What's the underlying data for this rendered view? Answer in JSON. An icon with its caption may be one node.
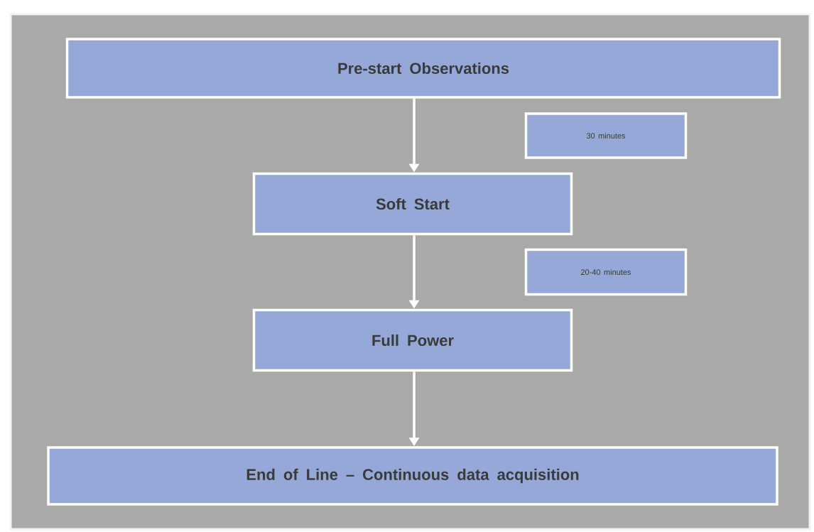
{
  "diagram": {
    "nodes": [
      {
        "text": [
          "Pre-start Observations"
        ]
      },
      {
        "text": [
          "30 minutes"
        ]
      },
      {
        "text": [
          "Soft Start"
        ]
      },
      {
        "text": [
          "20-40 minutes"
        ]
      },
      {
        "text": [
          "Full Power"
        ]
      },
      {
        "text": [
          "End of Line – Continuous data acquisition"
        ]
      }
    ],
    "edges": [
      {
        "from": 0,
        "to": 2,
        "arrow": "to"
      },
      {
        "from": 2,
        "to": 4,
        "arrow": "to"
      },
      {
        "from": 4,
        "to": 5,
        "arrow": "to"
      }
    ]
  }
}
